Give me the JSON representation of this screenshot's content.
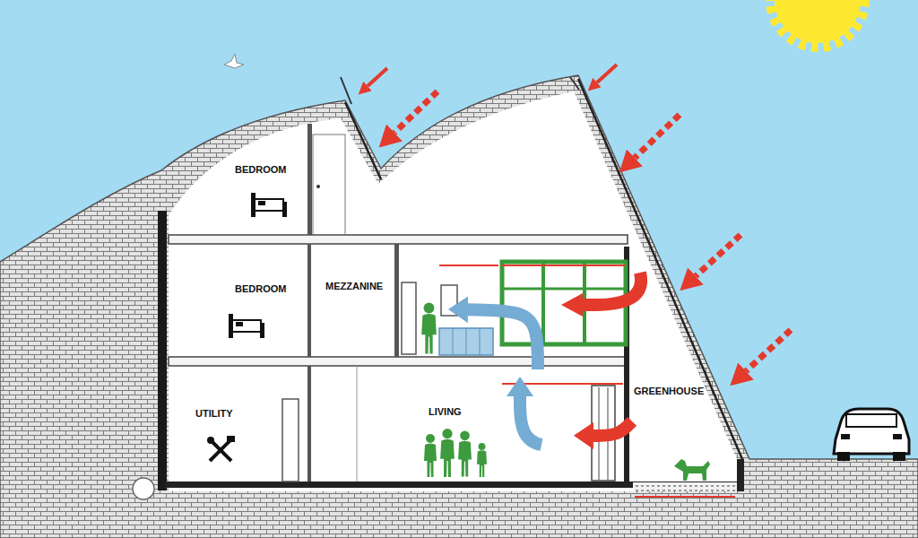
{
  "diagram": {
    "nodes": [
      {
        "text": [
          "BEDROOM"
        ]
      },
      {
        "text": [
          "BEDROOM"
        ]
      },
      {
        "text": [
          "MEZZANINE"
        ]
      },
      {
        "text": [
          "UTILITY"
        ]
      },
      {
        "text": [
          "LIVING"
        ]
      },
      {
        "text": [
          "GREENHOUSE"
        ]
      }
    ],
    "edges": [
      {
        "from": 5,
        "to": 4,
        "arrow": "to"
      },
      {
        "from": 4,
        "to": 2,
        "arrow": "to"
      }
    ]
  }
}
